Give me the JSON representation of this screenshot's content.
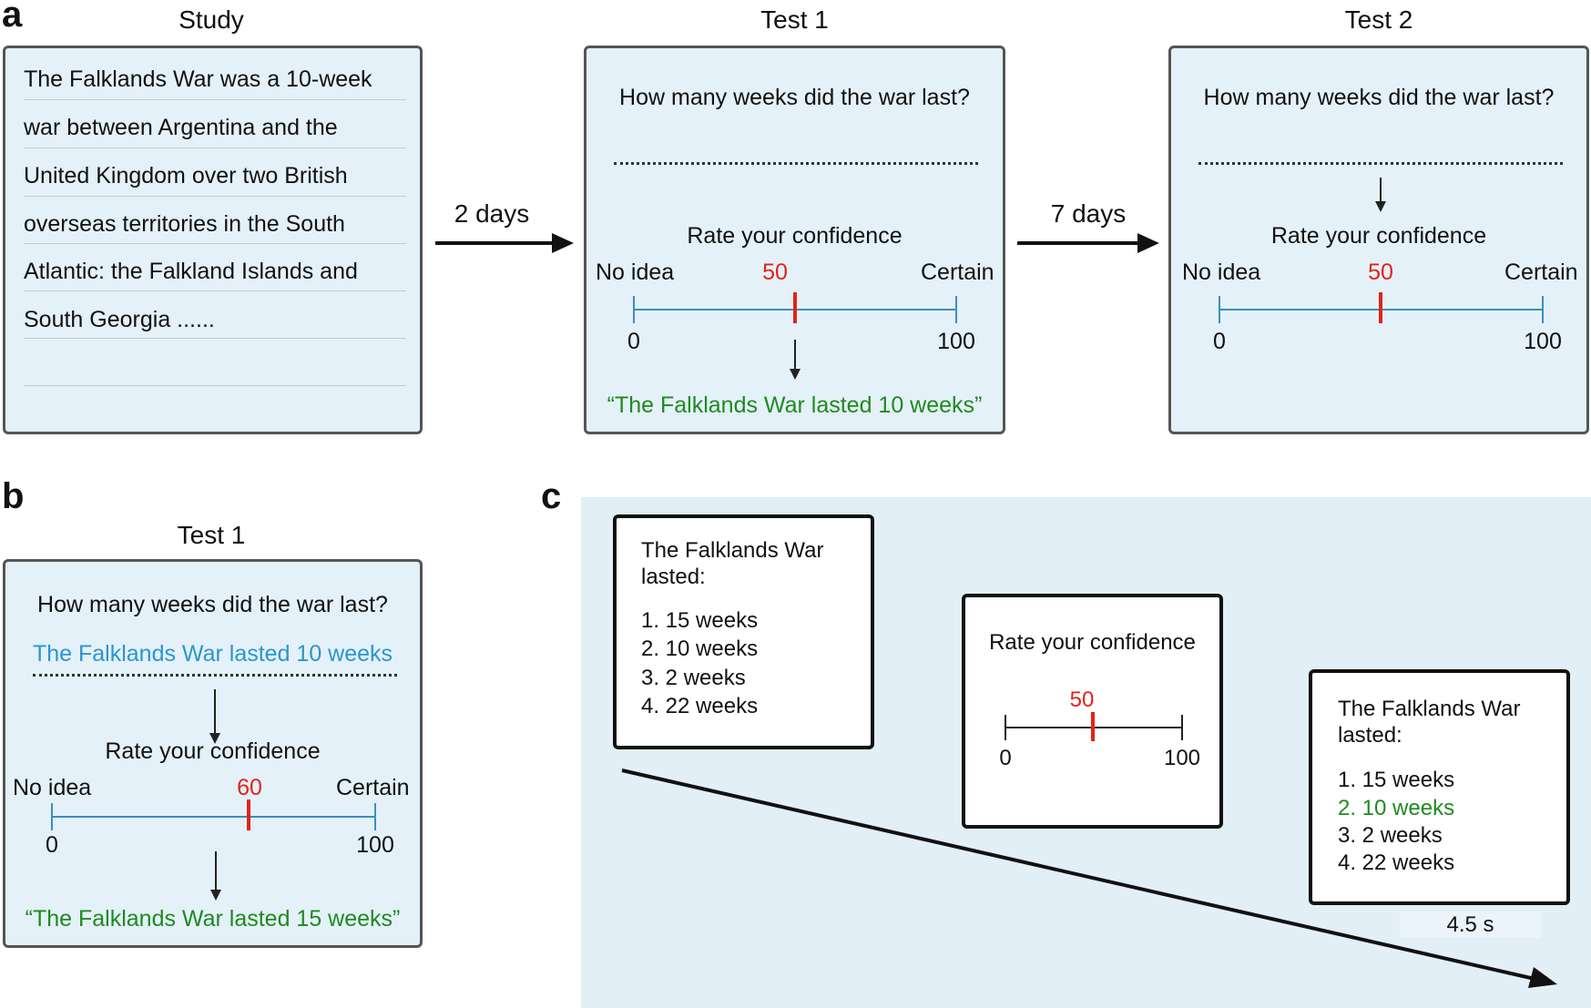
{
  "panel_a": {
    "letter": "a",
    "study": {
      "title": "Study",
      "lines": [
        "The Falklands War was a 10-week",
        "war between Argentina and the",
        "United Kingdom over two British",
        "overseas territories in the South",
        "Atlantic: the Falkland Islands and",
        "South Georgia ......"
      ]
    },
    "arrow1_label": "2 days",
    "arrow2_label": "7 days",
    "test1": {
      "title": "Test 1",
      "question": "How many weeks did the war last?",
      "confidence_prompt": "Rate your confidence",
      "left_label": "No idea",
      "right_label": "Certain",
      "value": "50",
      "min": "0",
      "max": "100",
      "feedback": "“The Falklands War lasted 10 weeks”"
    },
    "test2": {
      "title": "Test 2",
      "question": "How many weeks did the war last?",
      "confidence_prompt": "Rate your confidence",
      "left_label": "No idea",
      "right_label": "Certain",
      "value": "50",
      "min": "0",
      "max": "100"
    }
  },
  "panel_b": {
    "letter": "b",
    "title": "Test 1",
    "question": "How many weeks did the war last?",
    "answer": "The Falklands War lasted 10 weeks",
    "confidence_prompt": "Rate your confidence",
    "left_label": "No idea",
    "right_label": "Certain",
    "value": "60",
    "min": "0",
    "max": "100",
    "feedback": "“The Falklands War lasted 15 weeks”"
  },
  "panel_c": {
    "letter": "c",
    "screen1": {
      "heading_line1": "The Falklands War",
      "heading_line2": "lasted:",
      "options": [
        "1. 15 weeks",
        "2. 10 weeks",
        "3. 2 weeks",
        "4. 22 weeks"
      ]
    },
    "screen2": {
      "prompt": "Rate your confidence",
      "value": "50",
      "min": "0",
      "max": "100"
    },
    "screen3": {
      "heading_line1": "The Falklands War",
      "heading_line2": "lasted:",
      "options": [
        "1. 15 weeks",
        "2. 10 weeks",
        "3. 2 weeks",
        "4. 22 weeks"
      ]
    },
    "duration": "4.5 s"
  },
  "colors": {
    "card_background": "#e4f1f8",
    "panel_c_background": "#e2eff6",
    "scale_blue": "#3a8fc0",
    "marker_red": "#e2231a",
    "feedback_green": "#1f8a1f",
    "answer_blue": "#2b95d1"
  }
}
